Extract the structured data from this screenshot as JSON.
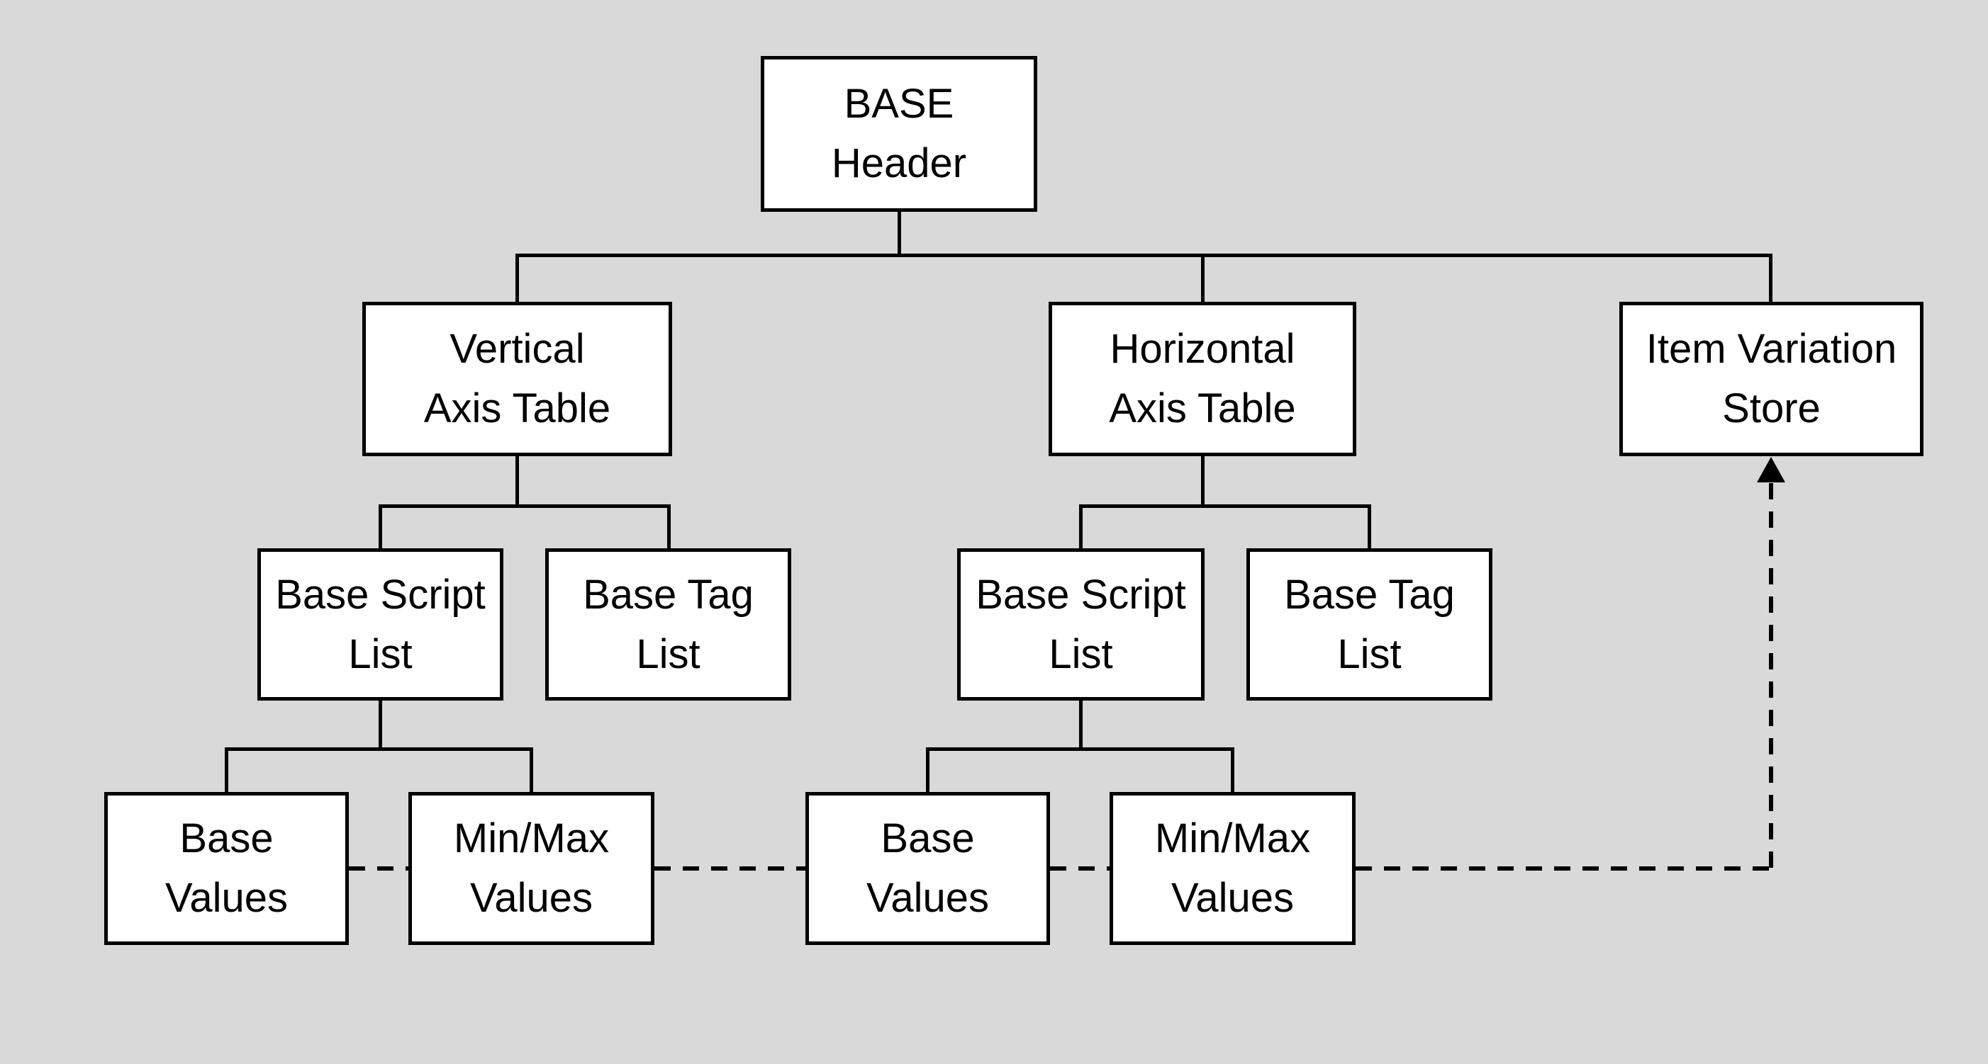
{
  "colors": {
    "canvas-bg": "#d9d9d9",
    "box-fill": "#ffffff",
    "line": "#000000",
    "text": "#000000"
  },
  "nodes": {
    "base_header": {
      "line1": "BASE",
      "line2": "Header"
    },
    "vertical_axis_table": {
      "line1": "Vertical",
      "line2": "Axis Table"
    },
    "horizontal_axis_table": {
      "line1": "Horizontal",
      "line2": "Axis Table"
    },
    "item_variation_store": {
      "line1": "Item Variation",
      "line2": "Store"
    },
    "v_base_script_list": {
      "line1": "Base Script",
      "line2": "List"
    },
    "v_base_tag_list": {
      "line1": "Base Tag",
      "line2": "List"
    },
    "h_base_script_list": {
      "line1": "Base Script",
      "line2": "List"
    },
    "h_base_tag_list": {
      "line1": "Base Tag",
      "line2": "List"
    },
    "v_base_values": {
      "line1": "Base",
      "line2": "Values"
    },
    "v_minmax_values": {
      "line1": "Min/Max",
      "line2": "Values"
    },
    "h_base_values": {
      "line1": "Base",
      "line2": "Values"
    },
    "h_minmax_values": {
      "line1": "Min/Max",
      "line2": "Values"
    }
  },
  "edges": {
    "solid": [
      {
        "from": "BASE Header",
        "to": "Vertical Axis Table"
      },
      {
        "from": "BASE Header",
        "to": "Horizontal Axis Table"
      },
      {
        "from": "BASE Header",
        "to": "Item Variation Store"
      },
      {
        "from": "Vertical Axis Table",
        "to": "Base Script List"
      },
      {
        "from": "Vertical Axis Table",
        "to": "Base Tag List"
      },
      {
        "from": "Horizontal Axis Table",
        "to": "Base Script List"
      },
      {
        "from": "Horizontal Axis Table",
        "to": "Base Tag List"
      },
      {
        "from": "Base Script List (vertical)",
        "to": "Base Values"
      },
      {
        "from": "Base Script List (vertical)",
        "to": "Min/Max Values"
      },
      {
        "from": "Base Script List (horizontal)",
        "to": "Base Values"
      },
      {
        "from": "Base Script List (horizontal)",
        "to": "Min/Max Values"
      }
    ],
    "dashed": {
      "path": "Base Values — Min/Max Values — Base Values — Min/Max Values — Item Variation Store",
      "arrow_into": "Item Variation Store"
    }
  }
}
